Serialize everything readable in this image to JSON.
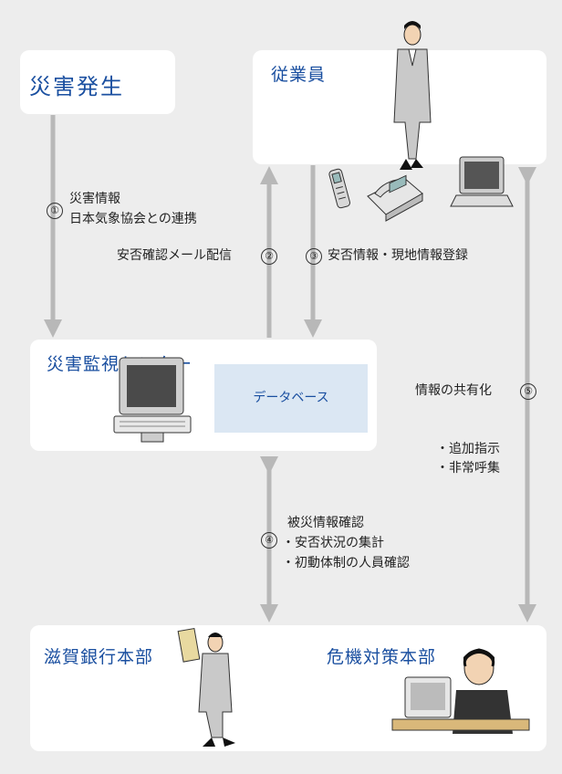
{
  "nodes": {
    "disaster": "災害発生",
    "employees": "従業員",
    "monitor_center": "災害監視センター",
    "database": "データベース",
    "bank_hq": "滋賀銀行本部",
    "crisis_hq": "危機対策本部"
  },
  "flows": {
    "f1_num": "①",
    "f1_line1": "災害情報",
    "f1_line2": "日本気象協会との連携",
    "f2_text": "安否確認メール配信",
    "f2_num": "②",
    "f3_num": "③",
    "f3_text": "安否情報・現地情報登録",
    "f4_num": "④",
    "f4_line1": "被災情報確認",
    "f4_line2": "・安否状況の集計",
    "f4_line3": "・初動体制の人員確認",
    "f5_text": "情報の共有化",
    "f5_num": "⑤",
    "f5_line1": "・追加指示",
    "f5_line2": "・非常呼集"
  },
  "colors": {
    "title": "#1a4fa0",
    "arrow": "#b8b8b8",
    "db_fill": "#dbe7f3",
    "background": "#ededed"
  }
}
